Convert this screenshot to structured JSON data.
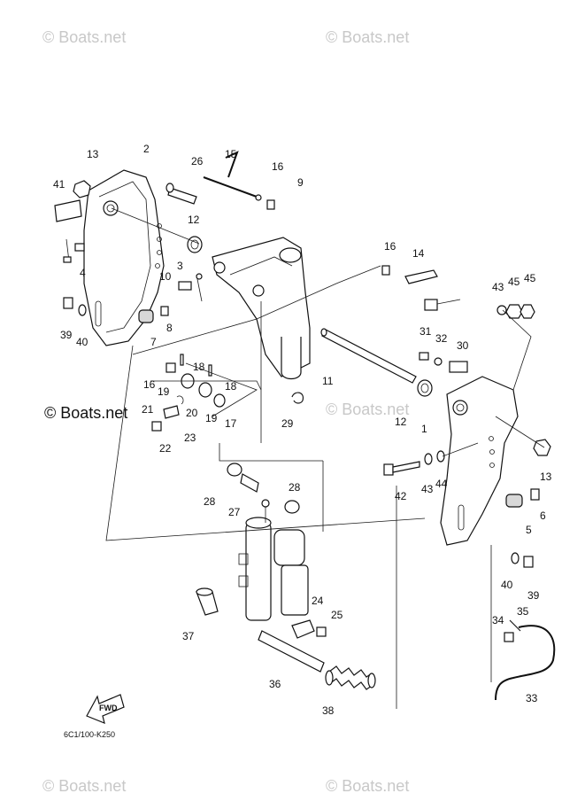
{
  "watermarks": {
    "top_left": "© Boats.net",
    "top_right": "© Boats.net",
    "center": "© Boats.net",
    "mid_right": "© Boats.net",
    "bottom_left": "© Boats.net",
    "bottom_right": "© Boats.net"
  },
  "drawing_code": "6C1/100-K250",
  "fwd_label": "FWD",
  "callouts": {
    "p1": "1",
    "p2": "2",
    "p3": "3",
    "p4": "4",
    "p5": "5",
    "p6": "6",
    "p7": "7",
    "p8": "8",
    "p9": "9",
    "p10": "10",
    "p11": "11",
    "p12a": "12",
    "p12b": "12",
    "p13a": "13",
    "p13b": "13",
    "p14": "14",
    "p15": "15",
    "p16a": "16",
    "p16b": "16",
    "p16c": "16",
    "p17": "17",
    "p18a": "18",
    "p18b": "18",
    "p19a": "19",
    "p19b": "19",
    "p20": "20",
    "p21": "21",
    "p22": "22",
    "p23": "23",
    "p24": "24",
    "p25": "25",
    "p26": "26",
    "p27": "27",
    "p28a": "28",
    "p28b": "28",
    "p29": "29",
    "p30": "30",
    "p31": "31",
    "p32": "32",
    "p33": "33",
    "p34": "34",
    "p35": "35",
    "p36": "36",
    "p37": "37",
    "p38": "38",
    "p39a": "39",
    "p39b": "39",
    "p40a": "40",
    "p40b": "40",
    "p41": "41",
    "p42": "42",
    "p43a": "43",
    "p43b": "43",
    "p44": "44",
    "p45": "45"
  }
}
